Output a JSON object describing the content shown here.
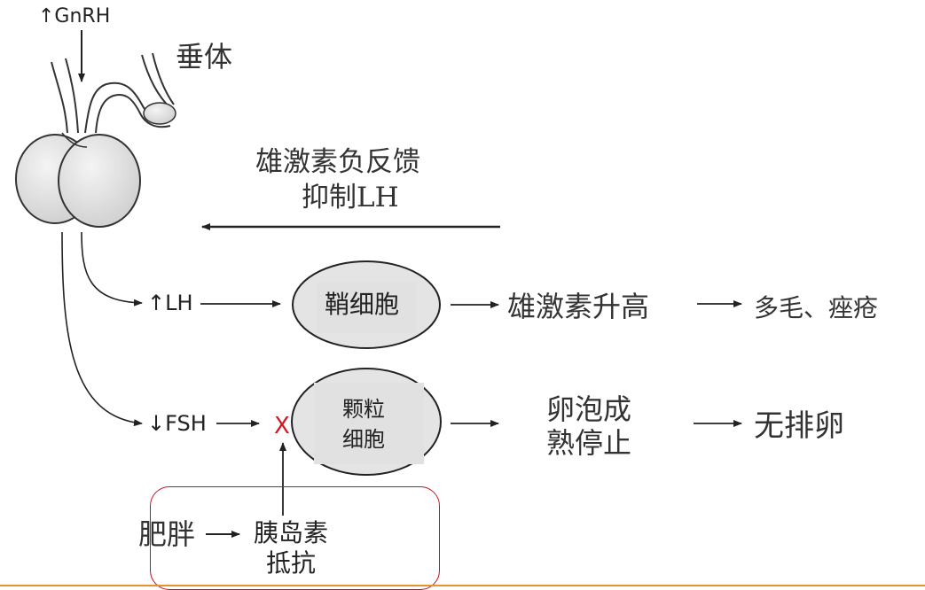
{
  "diagram": {
    "gnrh_label": "↑GnRH",
    "pituitary_label": "垂体",
    "feedback_line1": "雄激素负反馈",
    "feedback_line2": "抑制LH",
    "lh_label": "↑LH",
    "fsh_label": "↓FSH",
    "theca_cell": "鞘细胞",
    "granulosa_line1": "颗粒",
    "granulosa_line2": "细胞",
    "androgen_up": "雄激素升高",
    "hirsutism_acne": "多毛、痤疮",
    "follicle_line1": "卵泡成",
    "follicle_line2": "熟停止",
    "no_ovulation": "无排卵",
    "block_mark": "X",
    "obesity": "肥胖",
    "insulin_line1": "胰岛素",
    "insulin_line2": "抵抗"
  },
  "colors": {
    "accent_red": "#c0151b",
    "bottom_rule": "#e8922e",
    "cell_fill": "#e1e1e1",
    "gland_fill": "#e4e4e4"
  }
}
